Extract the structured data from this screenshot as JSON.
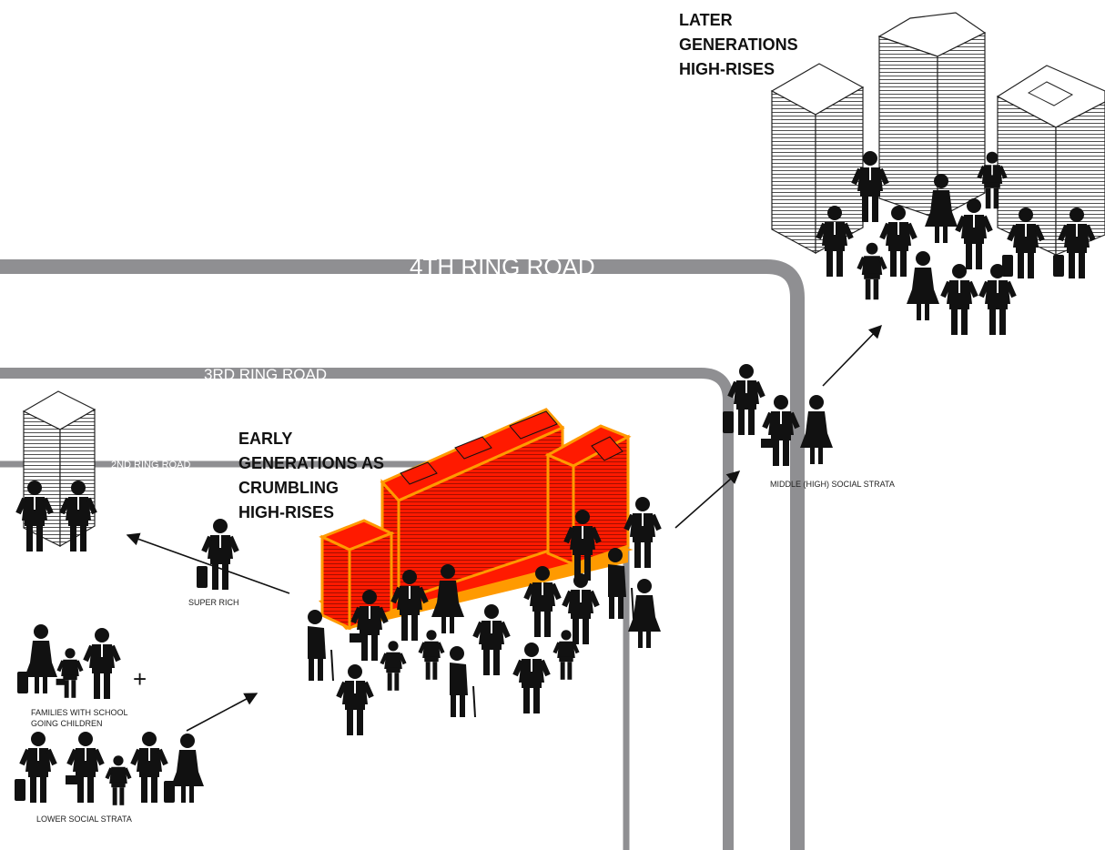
{
  "roads": {
    "ring4": "4TH RING ROAD",
    "ring3": "3RD RING ROAD",
    "ring2": "2ND RING ROAD"
  },
  "headings": {
    "later": [
      "LATER",
      "GENERATIONS",
      "HIGH-RISES"
    ],
    "early": [
      "EARLY",
      "GENERATIONS AS",
      "CRUMBLING",
      "HIGH-RISES"
    ]
  },
  "captions": {
    "super_rich": "SUPER RICH",
    "families": [
      "FAMILIES WITH SCHOOL",
      "GOING CHILDREN"
    ],
    "plus": "+",
    "lower": "LOWER SOCIAL STRATA",
    "middle_high": "MIDDLE (HIGH) SOCIAL STRATA"
  },
  "colors": {
    "road": "#8f8f92",
    "building_old": "#ff1a00",
    "building_old_edge": "#ff9a00",
    "figure": "#111111",
    "arrow": "#111111"
  },
  "icons": [
    "person-icon",
    "woman-icon",
    "child-icon",
    "elder-with-cane-icon",
    "suitcase-icon",
    "briefcase-icon",
    "highrise-icon",
    "arrow-icon"
  ]
}
